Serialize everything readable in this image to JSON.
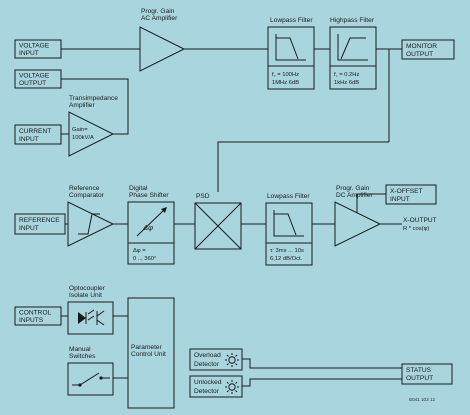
{
  "inputs": {
    "voltage_input": [
      "VOLTAGE",
      "INPUT"
    ],
    "voltage_output": [
      "VOLTAGE",
      "OUTPUT"
    ],
    "current_input": [
      "CURRENT",
      "INPUT"
    ],
    "reference_input": [
      "REFERENCE",
      "INPUT"
    ],
    "control_inputs": [
      "CONTROL",
      "INPUTS"
    ]
  },
  "ac_amplifier": {
    "caption": [
      "Progr. Gain",
      "AC Amplifier"
    ]
  },
  "transimpedance": {
    "caption": [
      "Transimpedance",
      "Amplifier"
    ],
    "gain": [
      "Gain=",
      "100kV/A"
    ]
  },
  "lowpass_1": {
    "caption": "Lowpass Filter",
    "spec": [
      "f꜀ = 100Hz",
      "1MHz   6dB"
    ]
  },
  "highpass": {
    "caption": "Highpass Filter",
    "spec": [
      "f꜀ = 0.2Hz",
      "1kHz   6dB"
    ]
  },
  "monitor_output": [
    "MONITOR",
    "OUTPUT"
  ],
  "reference_comparator": {
    "caption": [
      "Reference",
      "Comparator"
    ]
  },
  "phase_shifter": {
    "caption": [
      "Digital",
      "Phase Shifter"
    ],
    "symbol": "Δφ",
    "spec": [
      "Δφ =",
      "0 ... 360°"
    ]
  },
  "psd": {
    "caption": "PSD"
  },
  "lowpass_2": {
    "caption": "Lowpass Filter",
    "spec": [
      "τ: 3ms ... 10s",
      "6,12 dB/Oct."
    ]
  },
  "dc_amplifier": {
    "caption": [
      "Progr. Gain",
      "DC Amplifier"
    ]
  },
  "x_offset_input": [
    "X-OFFSET",
    "INPUT"
  ],
  "x_output": [
    "X-OUTPUT",
    "R * cos(φ)"
  ],
  "optocoupler": {
    "caption": [
      "Optocoupler",
      "Isolate Unit"
    ]
  },
  "manual_switches": {
    "caption": [
      "Manual",
      "Switches"
    ]
  },
  "parameter_control": {
    "label": [
      "Parameter",
      "Control Unit"
    ]
  },
  "overload_detector": [
    "Overload",
    "Detector"
  ],
  "unlocked_detector": [
    "Unlocked",
    "Detector"
  ],
  "status_output": [
    "STATUS",
    "OUTPUT"
  ],
  "figure_code": "B041 103 12"
}
